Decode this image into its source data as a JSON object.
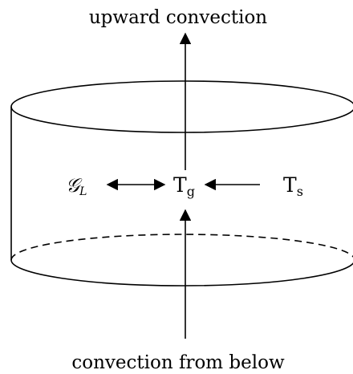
{
  "labels": {
    "top": "upward convection",
    "bottom": "convection from below",
    "left_symbol": "𝒢",
    "left_subscript": "L",
    "center_main": "T",
    "center_subscript": "g",
    "right_main": "T",
    "right_subscript": "s"
  },
  "colors": {
    "stroke": "#000000",
    "background": "#ffffff"
  }
}
